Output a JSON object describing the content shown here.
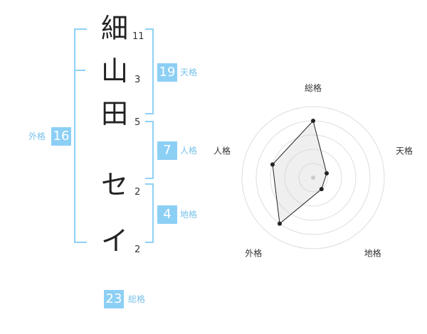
{
  "name_chars": [
    {
      "char": "細",
      "strokes": "11"
    },
    {
      "char": "山",
      "strokes": "3"
    },
    {
      "char": "田",
      "strokes": "5"
    },
    {
      "char": "セ",
      "strokes": "2"
    },
    {
      "char": "イ",
      "strokes": "2"
    }
  ],
  "kaku": {
    "tenkaku": {
      "value": "19",
      "label": "天格"
    },
    "jinkaku": {
      "value": "7",
      "label": "人格"
    },
    "chikaku": {
      "value": "4",
      "label": "地格"
    },
    "gaikaku": {
      "value": "16",
      "label": "外格"
    },
    "soukaku": {
      "value": "23",
      "label": "総格"
    }
  },
  "colors": {
    "accent": "#8ccff5",
    "bracket": "#8fd0f5",
    "label": "#7ac2ea"
  },
  "chart_data": {
    "type": "radar",
    "axes": [
      "総格",
      "天格",
      "地格",
      "外格",
      "人格"
    ],
    "values": [
      4,
      1,
      1,
      4,
      3
    ],
    "max": 5,
    "rings": 5
  }
}
